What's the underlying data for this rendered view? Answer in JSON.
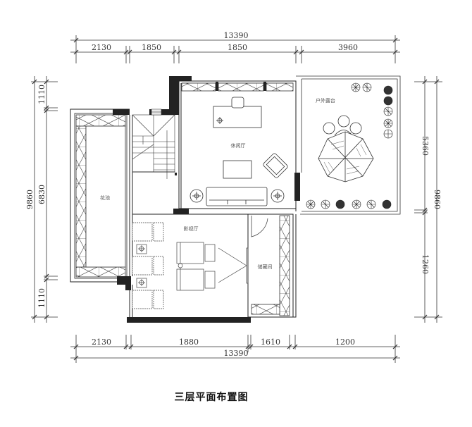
{
  "title": "三层平面布置图",
  "dimensions": {
    "top_total": "13390",
    "top_segments": [
      "2130",
      "1850",
      "1850",
      "3960"
    ],
    "bottom_total": "13390",
    "bottom_segments": [
      "2130",
      "1880",
      "1610",
      "1200"
    ],
    "left_total": "9860",
    "left_segments": [
      "1110",
      "6830",
      "1110"
    ],
    "right_total": "9860",
    "right_segments": [
      "5360",
      "1260"
    ]
  },
  "rooms": {
    "leisure_hall": "休闲厅",
    "outdoor_terrace": "户外露台",
    "flower_bed": "花池",
    "home_theater": "影视厅",
    "storage_room": "储藏间"
  },
  "colors": {
    "line": "#222222",
    "wall_fill": "#222222",
    "background": "#ffffff"
  }
}
